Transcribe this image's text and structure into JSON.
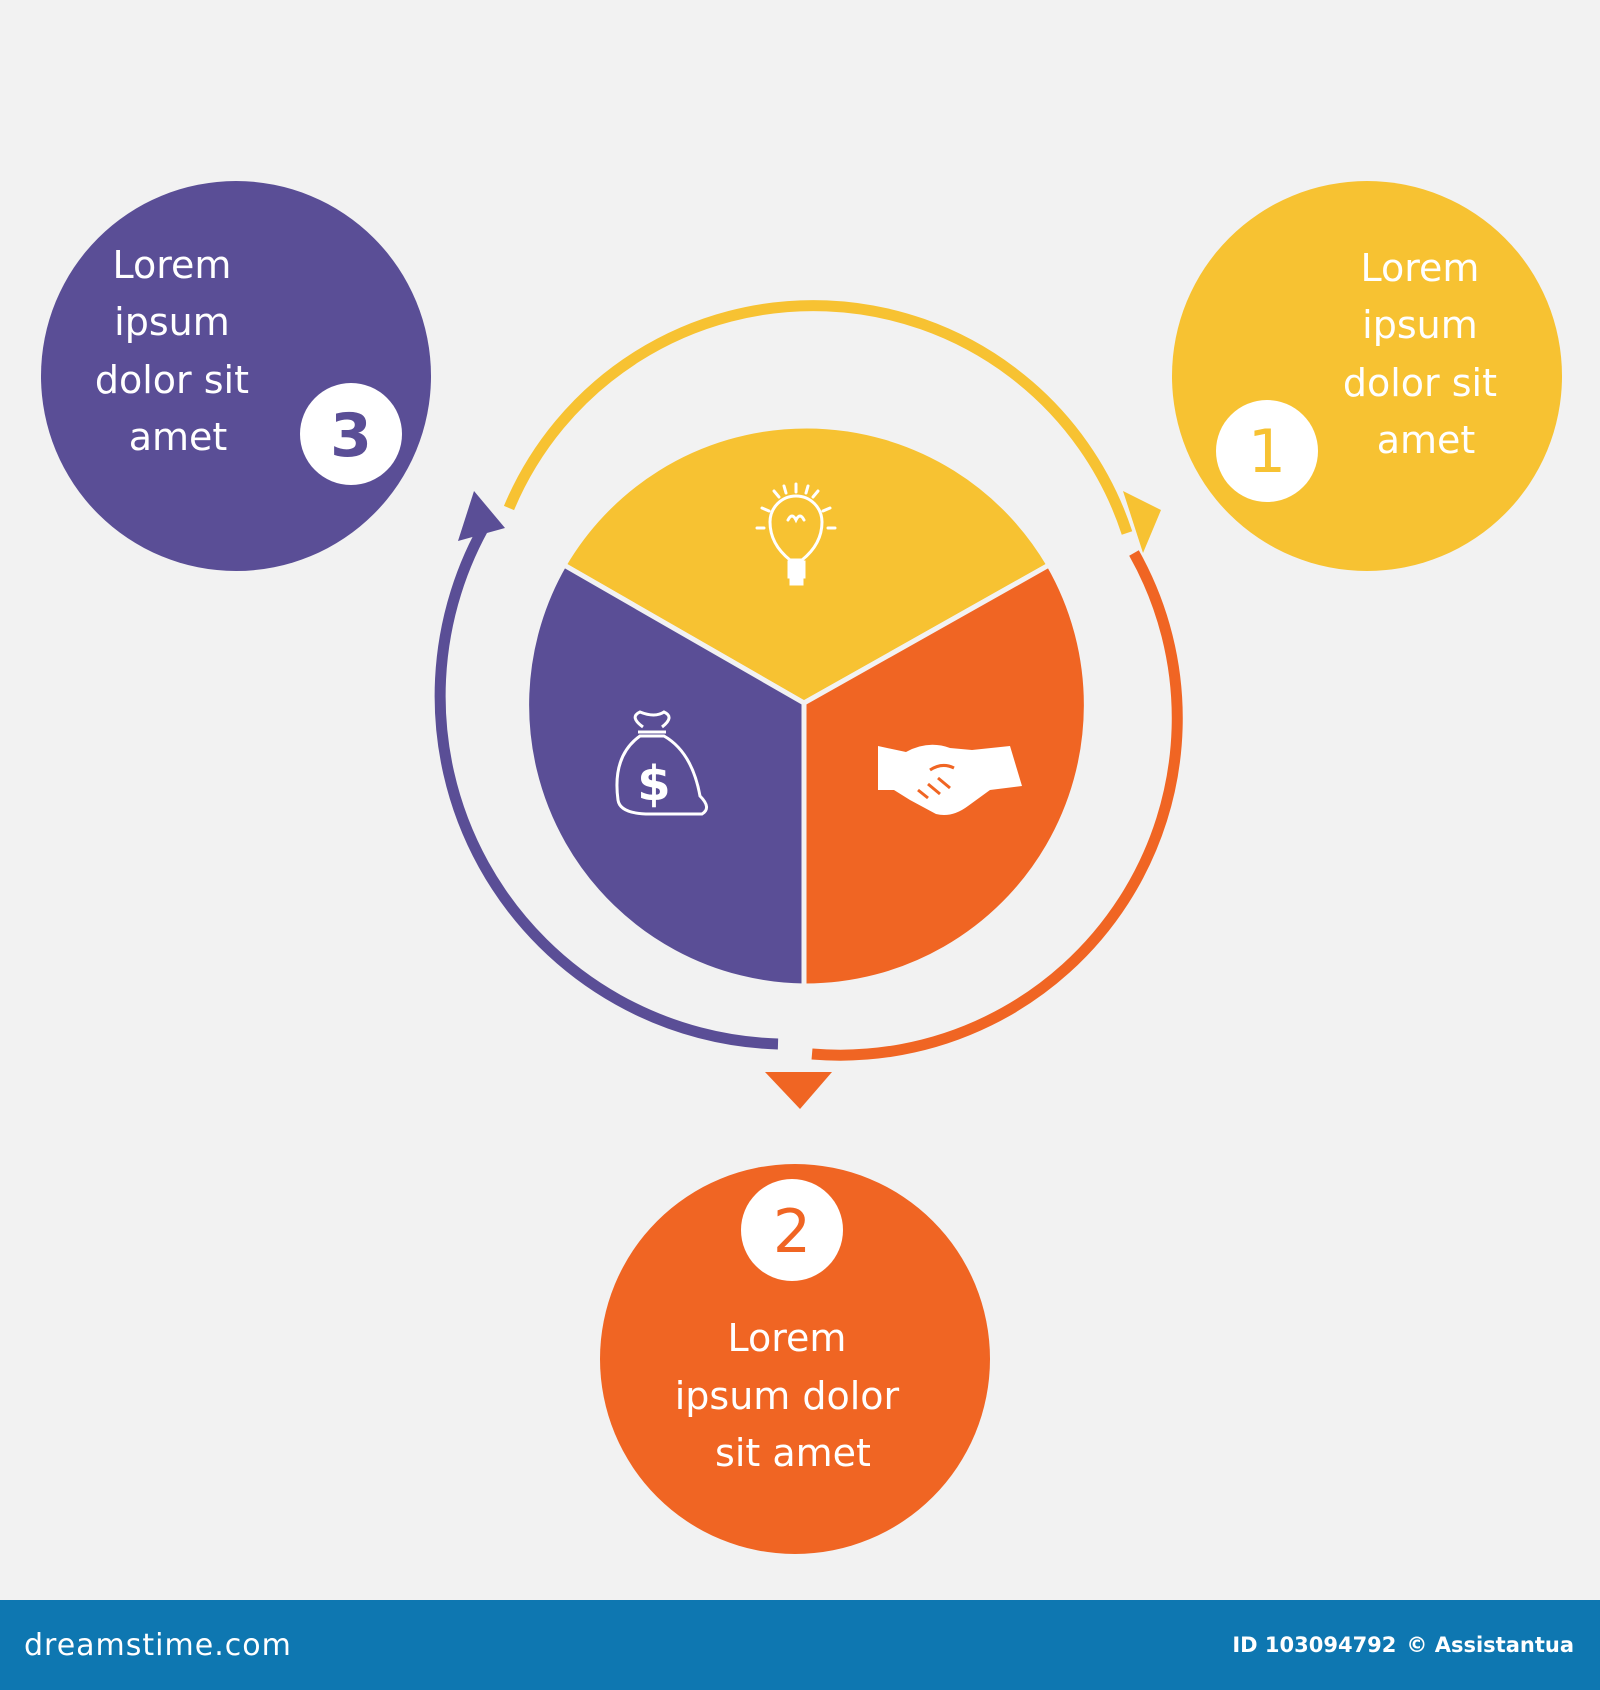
{
  "colors": {
    "yellow": "#f7c232",
    "orange": "#f06523",
    "purple": "#5a4e96",
    "background": "#f2f2f2",
    "footer": "#0e77b1",
    "white": "#ffffff"
  },
  "steps": [
    {
      "number": "1",
      "color": "yellow",
      "lines": [
        "Lorem",
        "ipsum",
        "dolor sit",
        "amet"
      ]
    },
    {
      "number": "2",
      "color": "orange",
      "lines": [
        "Lorem",
        "ipsum dolor",
        "sit amet"
      ]
    },
    {
      "number": "3",
      "color": "purple",
      "lines": [
        "Lorem",
        "ipsum",
        "dolor sit",
        "amet"
      ]
    }
  ],
  "segments": [
    {
      "color": "yellow",
      "icon": "lightbulb-icon"
    },
    {
      "color": "orange",
      "icon": "handshake-icon"
    },
    {
      "color": "purple",
      "icon": "money-bag-icon"
    }
  ],
  "footer": {
    "brand": "dreamstime.com",
    "id_text": "ID 103094792",
    "credit": "© Assistantua"
  }
}
